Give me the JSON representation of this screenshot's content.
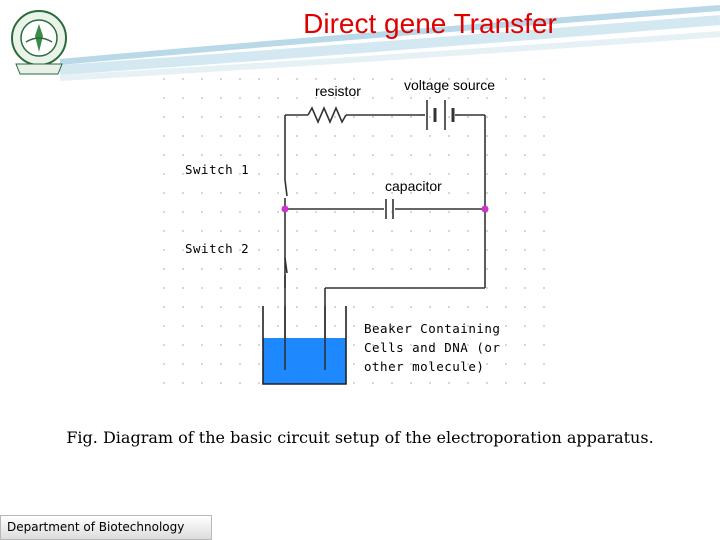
{
  "slide": {
    "title": "Direct gene Transfer",
    "caption": "Fig. Diagram of the basic circuit setup of the electroporation apparatus.",
    "footer": "Department of Biotechnology"
  },
  "diagram": {
    "labels": {
      "resistor": "resistor",
      "voltage_source": "voltage source",
      "capacitor": "capacitor",
      "switch1": "Switch 1",
      "switch2": "Switch 2",
      "beaker_line1": "Beaker Containing",
      "beaker_line2": "Cells and DNA (or",
      "beaker_line3": "other molecule)"
    },
    "colors": {
      "wire": "#333333",
      "node": "#cc33cc",
      "liquid": "#1e88ff",
      "title": "#e00000"
    }
  }
}
